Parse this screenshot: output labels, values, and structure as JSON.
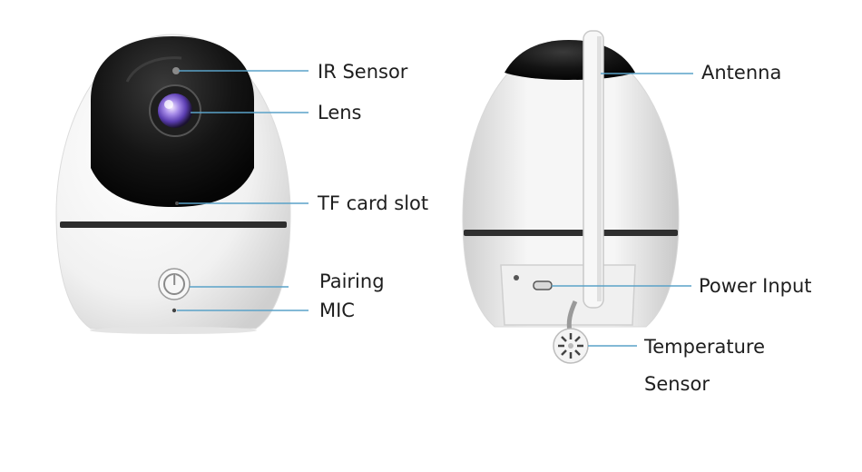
{
  "labels": {
    "ir_sensor": "IR Sensor",
    "lens": "Lens",
    "tf_card_slot": "TF card slot",
    "pairing": "Pairing",
    "mic": "MIC",
    "antenna": "Antenna",
    "power_input": "Power Input",
    "temperature_sensor_line1": "Temperature",
    "temperature_sensor_line2": "Sensor"
  },
  "colors": {
    "background": "#ffffff",
    "camera_body": "#f2f2f2",
    "dome": "#111111",
    "lens_accent": "#7b5cd6",
    "callout_line": "#5aa2c8",
    "label_text": "#1e1e1e"
  },
  "icons": {
    "pairing_button": "power-icon",
    "temperature_sensor": "vented-sensor-icon"
  }
}
